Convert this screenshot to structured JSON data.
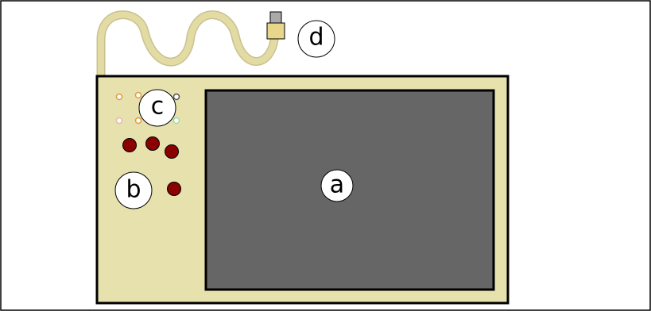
{
  "colors": {
    "frame": "#000000",
    "body": "#e6e1ad",
    "screen": "#666666",
    "cable": "#e2dba3",
    "cable_edge": "#c9c290",
    "connector": "#e8d78a",
    "plug": "#aaaaaa",
    "knob": "#8b0000",
    "led_orange": "#e49a3a",
    "led_pink": "#e8b5b5",
    "led_green": "#a6d8a6",
    "callout_fill": "#ffffff"
  },
  "labels": {
    "a": "a",
    "b": "b",
    "c": "c",
    "d": "d"
  }
}
